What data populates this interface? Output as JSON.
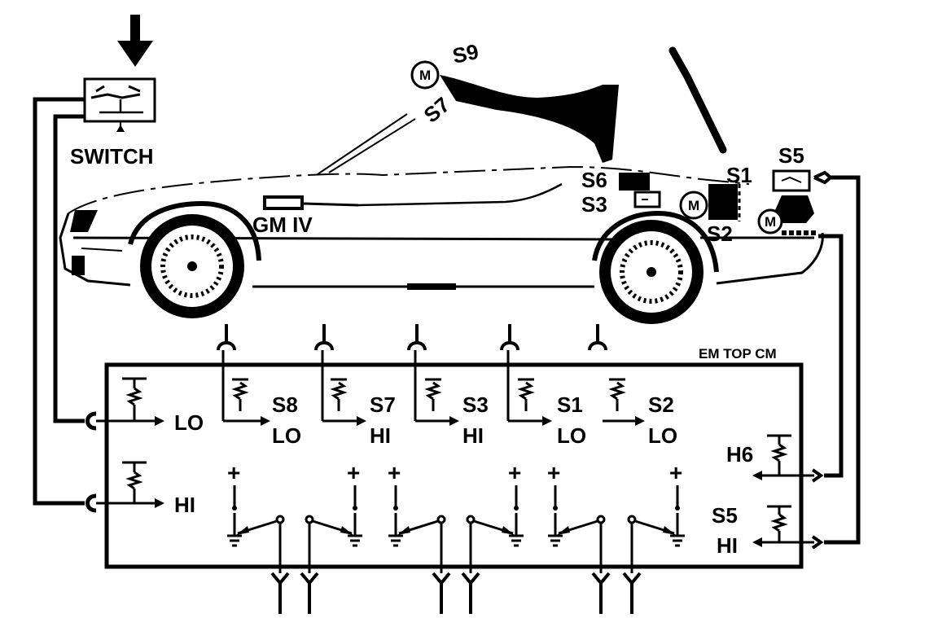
{
  "diagram": {
    "switch_label": "SWITCH",
    "module_label": "EM TOP CM",
    "car_module_label": "GM IV",
    "car_labels": {
      "s9": "S9",
      "s7": "S7",
      "s6": "S6",
      "s3": "S3",
      "s1": "S1",
      "s5": "S5",
      "s2": "S2",
      "motor_a": "M",
      "motor_b": "M",
      "motor_c": "M"
    },
    "inputs_left": [
      {
        "label": "LO"
      },
      {
        "label": "HI"
      }
    ],
    "sensor_inputs": [
      {
        "name": "S8",
        "level": "LO"
      },
      {
        "name": "S7",
        "level": "HI"
      },
      {
        "name": "S3",
        "level": "HI"
      },
      {
        "name": "S1",
        "level": "LO"
      },
      {
        "name": "S2",
        "level": "LO"
      }
    ],
    "inputs_right": [
      {
        "name": "H6",
        "level": ""
      },
      {
        "name": "S5",
        "level": "HI"
      }
    ],
    "colors": {
      "line": "#000000",
      "background": "#ffffff"
    }
  }
}
